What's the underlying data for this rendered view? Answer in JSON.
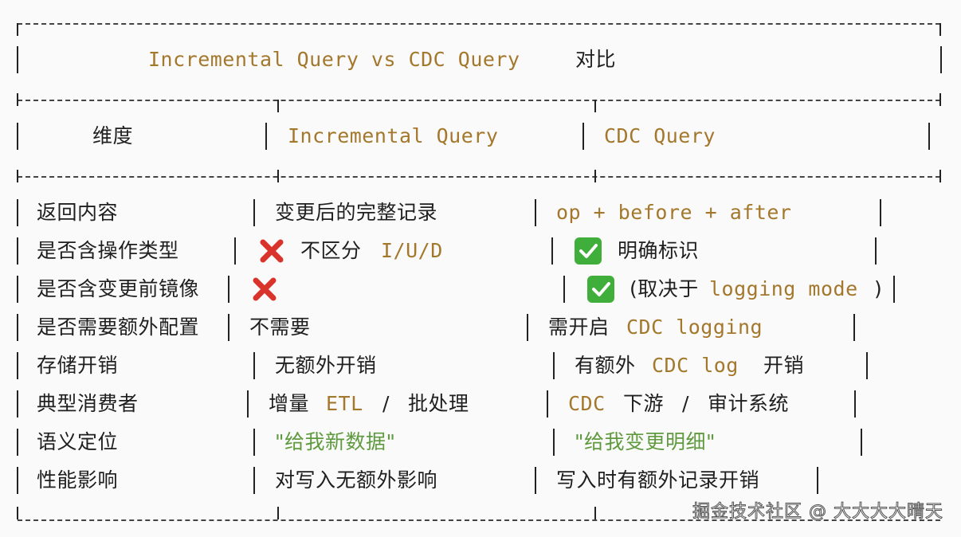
{
  "title": {
    "prefix": "Incremental Query vs CDC Query",
    "suffix": "对比"
  },
  "header": {
    "col1": "维度",
    "col2": "Incremental Query",
    "col3": "CDC Query"
  },
  "rows": [
    {
      "dim": "返回内容",
      "inc": "变更后的完整记录",
      "cdc_code": "op + before + after"
    },
    {
      "dim": "是否含操作类型",
      "inc_text": "不区分",
      "inc_code": "I/U/D",
      "cdc_text": "明确标识"
    },
    {
      "dim": "是否含变更前镜像",
      "cdc_paren_open": "(取决于",
      "cdc_code": "logging mode",
      "cdc_paren_close": ")"
    },
    {
      "dim": "是否需要额外配置",
      "inc": "不需要",
      "cdc_text": "需开启",
      "cdc_code": "CDC logging"
    },
    {
      "dim": "存储开销",
      "inc": "无额外开销",
      "cdc_text1": "有额外",
      "cdc_code": "CDC log",
      "cdc_text2": "开销"
    },
    {
      "dim": "典型消费者",
      "inc_text1": "增量",
      "inc_code": "ETL",
      "inc_sep": "/",
      "inc_text2": "批处理",
      "cdc_code": "CDC",
      "cdc_text1": "下游",
      "cdc_sep": "/",
      "cdc_text2": "审计系统"
    },
    {
      "dim": "语义定位",
      "inc": "\"给我新数据\"",
      "cdc": "\"给我变更明细\""
    },
    {
      "dim": "性能影响",
      "inc": "对写入无额外影响",
      "cdc": "写入时有额外记录开销"
    }
  ],
  "watermark": "掘金技术社区 @ 大大大大晴天",
  "icons": {
    "cross": "cross-mark-icon",
    "check": "check-mark-icon"
  },
  "colors": {
    "code": "#a4782c",
    "string": "#5f9a3e",
    "check_bg": "#3fae3a",
    "cross": "#d9342b"
  }
}
